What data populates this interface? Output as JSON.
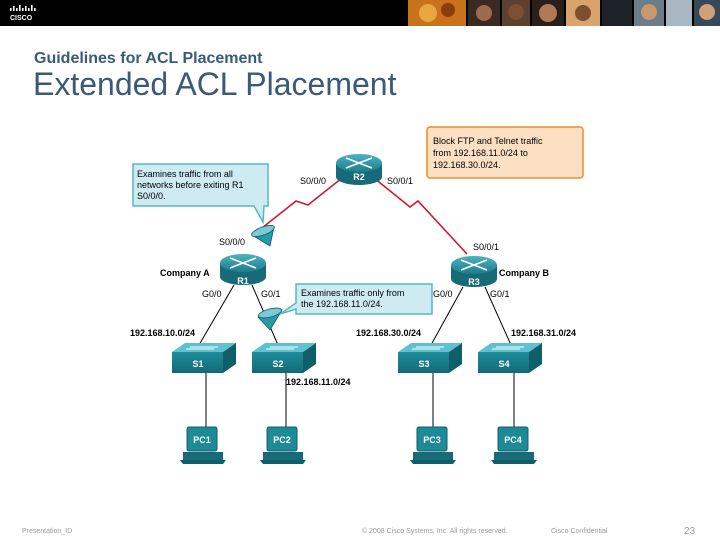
{
  "header": {
    "logo_text": "CISCO",
    "subtitle": "Guidelines for ACL Placement",
    "title": "Extended ACL Placement"
  },
  "diagram": {
    "routers": [
      {
        "name": "R2"
      },
      {
        "name": "R1",
        "label": "Company A"
      },
      {
        "name": "R3",
        "label": "Company B"
      }
    ],
    "interfaces": {
      "r2_s000": "S0/0/0",
      "r2_s001": "S0/0/1",
      "r1_s000": "S0/0/0",
      "r1_g00": "G0/0",
      "r1_g01": "G0/1",
      "r3_s001": "S0/0/1",
      "r3_g00": "G0/0",
      "r3_g01": "G0/1"
    },
    "networks": [
      "192.168.10.0/24",
      "192.168.11.0/24",
      "192.168.30.0/24",
      "192.168.31.0/24"
    ],
    "switches": [
      "S1",
      "S2",
      "S3",
      "S4"
    ],
    "pcs": [
      "PC1",
      "PC2",
      "PC3",
      "PC4"
    ],
    "callouts": {
      "block": [
        "Block FTP and Telnet traffic",
        "from 192.168.11.0/24 to",
        "192.168.30.0/24."
      ],
      "examines_all": [
        "Examines traffic from all",
        "networks before exiting R1",
        "S0/0/0."
      ],
      "examines_only": [
        "Examines traffic only from",
        "the 192.168.11.0/24."
      ]
    },
    "colors": {
      "router": "#1e7f8e",
      "switch": "#1c8a98",
      "callout_teal_border": "#58b6c7",
      "callout_teal_fill": "#cdebf0",
      "callout_orange_border": "#f08a2c",
      "callout_orange_fill": "#fde0c4",
      "serial_link": "#d0192b"
    }
  },
  "footer": {
    "left": "Presentation_ID",
    "center": "© 2008 Cisco Systems, Inc. All rights reserved.",
    "right": "Cisco Confidential",
    "page": "23"
  }
}
